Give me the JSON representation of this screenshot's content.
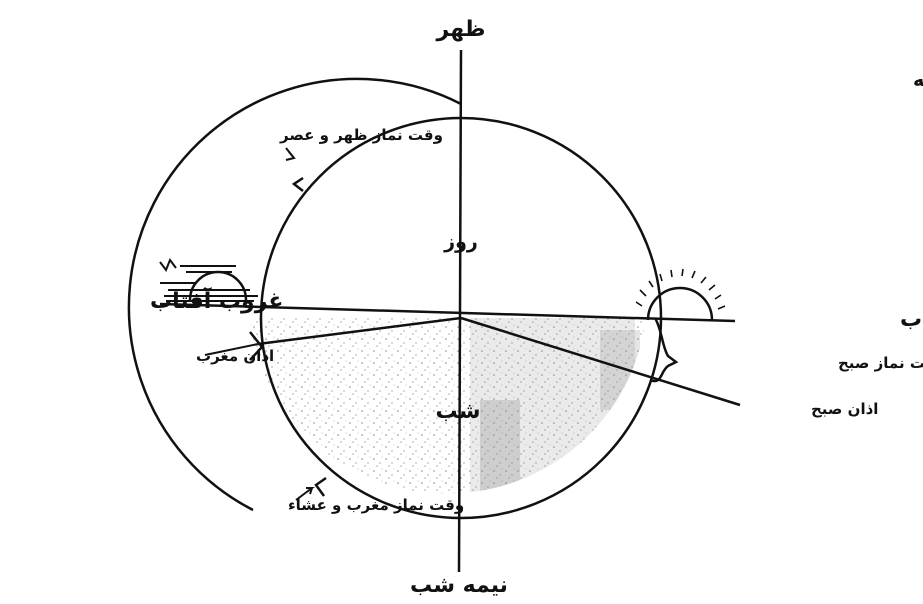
{
  "diagram": {
    "title": "نمودار فرضی وقت نمازهای یومیه",
    "labels": {
      "noon": "ظهر",
      "midnight": "نیمه شب",
      "day": "روز",
      "night": "شب",
      "sunset": "غروب آفتاب",
      "sunrise": "طلوع آفتاب",
      "maghrib_adhan": "اذان مغرب",
      "fajr_adhan": "اذان صبح",
      "fajr_prayer_time": "وقت نماز صبح",
      "dhuhr_asr_time": "وقت نماز ظهر و عصر",
      "maghrib_isha_time": "وقت نماز مغرب و عشاء"
    },
    "colors": {
      "ink": "#111111",
      "night_shade": "#9a9a9a",
      "background": "#ffffff"
    }
  }
}
